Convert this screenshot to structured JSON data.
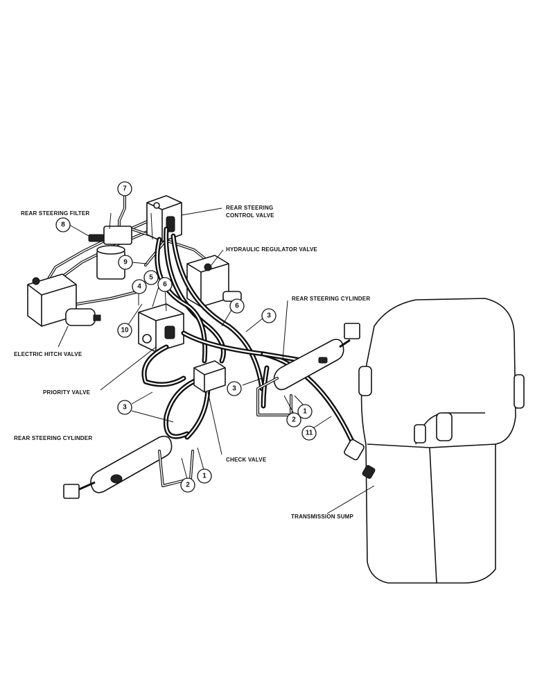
{
  "labels": {
    "rear_steering_filter": "REAR STEERING FILTER",
    "rear_steering_control_valve_1": "REAR STEERING",
    "rear_steering_control_valve_2": "CONTROL VALVE",
    "hydraulic_regulator_valve": "HYDRAULIC REGULATOR VALVE",
    "rear_steering_cylinder_right": "REAR STEERING CYLINDER",
    "electric_hitch_valve": "ELECTRIC HITCH VALVE",
    "priority_valve": "PRIORITY VALVE",
    "rear_steering_cylinder_left": "REAR STEERING CYLINDER",
    "check_valve": "CHECK VALVE",
    "transmission_sump": "TRANSMISSION SUMP"
  },
  "callouts": {
    "c7": "7",
    "c8": "8",
    "c9": "9",
    "c4": "4",
    "c5": "5",
    "c6a": "6",
    "c10": "10",
    "c6b": "6",
    "c3a": "3",
    "c3b": "3",
    "c3c": "3",
    "c1a": "1",
    "c2a": "2",
    "c11": "11",
    "c2b": "2",
    "c1b": "1"
  }
}
